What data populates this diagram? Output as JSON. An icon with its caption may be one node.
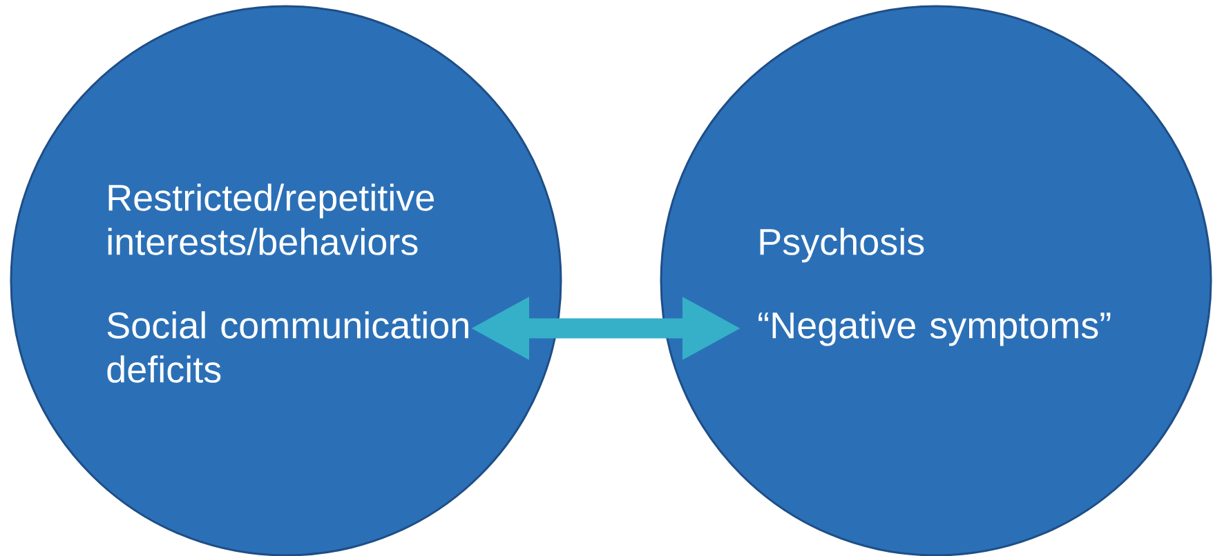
{
  "diagram": {
    "nodes": [
      {
        "text": [
          "Restricted/repetitive interests/behaviors",
          "Social communication deficits"
        ]
      },
      {
        "text": [
          "Psychosis",
          "“Negative symptoms”"
        ]
      }
    ],
    "edges": [
      {
        "from": 0,
        "to": 1,
        "arrow": "both"
      }
    ]
  }
}
